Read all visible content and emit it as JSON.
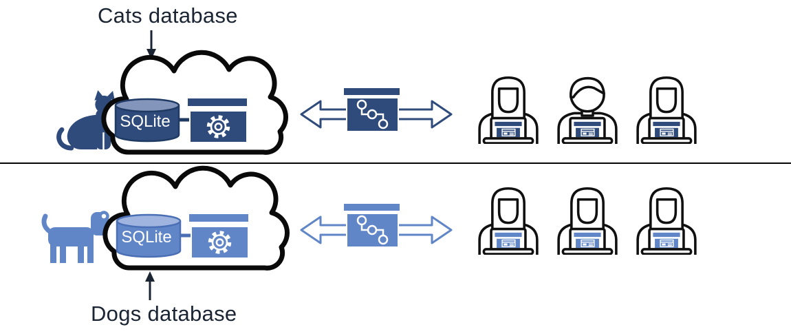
{
  "diagram": {
    "description": "Two isolated SQLite cloud databases, each synced to its own group of users",
    "text_color": "#1B2433",
    "rows": [
      {
        "label": "Cats database",
        "animal": "cat",
        "db_engine": "SQLite",
        "color": "#2F4B7C",
        "color_light": "#8495BC",
        "color_dark": "#1F3A63",
        "users": [
          "person-long-hair",
          "person-short-hair",
          "person-long-hair"
        ],
        "users_count": 3
      },
      {
        "label": "Dogs database",
        "animal": "dog",
        "db_engine": "SQLite",
        "color": "#6186C8",
        "color_light": "#9FB5DF",
        "color_dark": "#4A6FB5",
        "users": [
          "person-long-hair",
          "person-long-hair",
          "person-long-hair"
        ],
        "users_count": 3
      }
    ]
  }
}
